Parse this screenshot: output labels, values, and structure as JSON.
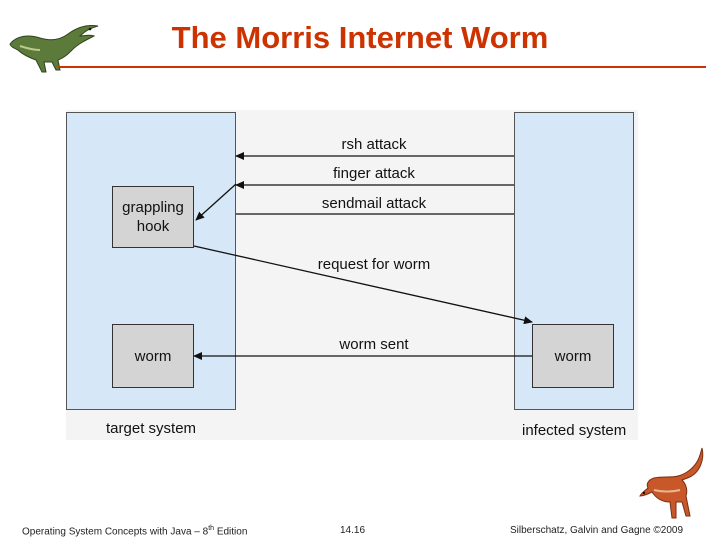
{
  "slide": {
    "title": "The Morris Internet Worm"
  },
  "diagram": {
    "target_system_label": "target system",
    "infected_system_label": "infected system",
    "grappling_hook": "grappling\nhook",
    "worm_target": "worm",
    "worm_infected": "worm",
    "arrows": {
      "rsh": "rsh attack",
      "finger": "finger attack",
      "sendmail": "sendmail attack",
      "request": "request for worm",
      "sent": "worm sent"
    }
  },
  "footer": {
    "book_prefix": "Operating System Concepts  with Java – 8",
    "book_sup": "th",
    "book_suffix": " Edition",
    "page": "14.16",
    "copyright": "Silberschatz, Galvin and Gagne ©2009"
  },
  "colors": {
    "title": "#cc3300",
    "system_fill": "#d6e8f7",
    "box_fill": "#d4d4d4",
    "dino_top": "#5c7a3a",
    "dino_bottom": "#c8582a"
  }
}
